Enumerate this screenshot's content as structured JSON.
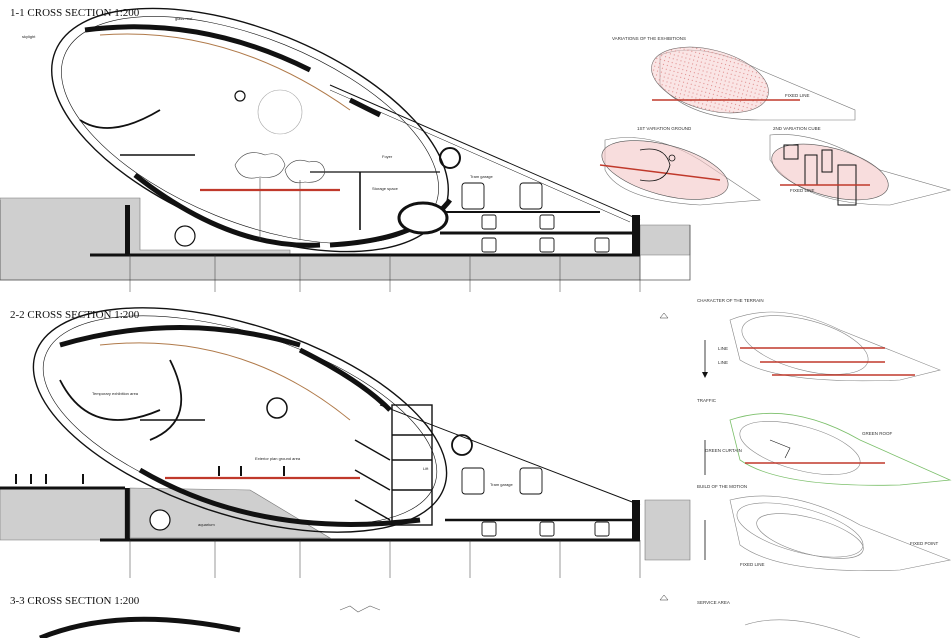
{
  "sections": [
    {
      "title": "1-1 CROSS SECTION  1:200",
      "labels": {
        "skylight": "skylight",
        "glass_roof": "glass roof",
        "foyer": "Foyer",
        "storage_space": "Storage space",
        "tram_garage": "Tram garage"
      }
    },
    {
      "title": "2-2 CROSS SECTION 1:200",
      "labels": {
        "temporary_exhibition": "Temporary exhibition area",
        "first_floor": "Exterior plan ground area",
        "lift": "Lift",
        "tram_garage": "Tram garage",
        "aquarium": "aquarium"
      }
    },
    {
      "title": "3-3 CROSS SECTION  1:200",
      "labels": {}
    }
  ],
  "diagrams": {
    "exhibitions": {
      "title": "VARIATIONS OF THE EXHIBITIONS",
      "label_a": "FIXED LINE",
      "label_b": "1ST VARIATION GROUND",
      "label_c": "2ND VARIATION CUBE",
      "label_d": "FIXED LINE"
    },
    "terrain": {
      "title": "CHARACTER OF THE TERRAIN",
      "line_a": "LINE",
      "line_b": "LINE"
    },
    "traffic": {
      "title": "TRAFFIC",
      "label_a": "GREEN ROOF",
      "label_b": "GREEN CURTAIN"
    },
    "motion": {
      "title": "BUILD OF THE MOTION",
      "label_a": "FIXED POINT",
      "label_b": "FIXED LINE"
    },
    "service": {
      "title": "SERVICE AREA"
    }
  },
  "colors": {
    "red_line": "#c0392b",
    "pink_fill": "#f4c6c6",
    "green_line": "#7bbf6a",
    "ground_fill": "#cfcfcf",
    "ink": "#111111"
  }
}
